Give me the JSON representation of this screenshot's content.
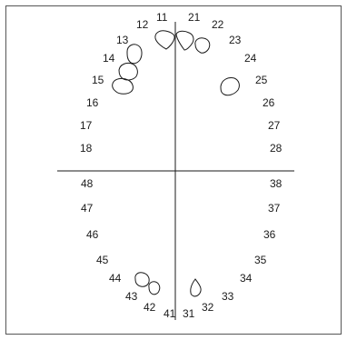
{
  "chart": {
    "colors": {
      "ink": "#1a1a1a",
      "frame": "#555555",
      "background": "#ffffff"
    },
    "quadrants": {
      "upper_right": [
        "18",
        "17",
        "16",
        "15",
        "14",
        "13",
        "12",
        "11"
      ],
      "upper_left": [
        "21",
        "22",
        "23",
        "24",
        "25",
        "26",
        "27",
        "28"
      ],
      "lower_right": [
        "48",
        "47",
        "46",
        "45",
        "44",
        "43",
        "42",
        "41"
      ],
      "lower_left": [
        "31",
        "32",
        "33",
        "34",
        "35",
        "36",
        "37",
        "38"
      ]
    },
    "marked_teeth": [
      "11",
      "21",
      "22",
      "13",
      "14",
      "15",
      "25",
      "43",
      "42",
      "32"
    ]
  }
}
